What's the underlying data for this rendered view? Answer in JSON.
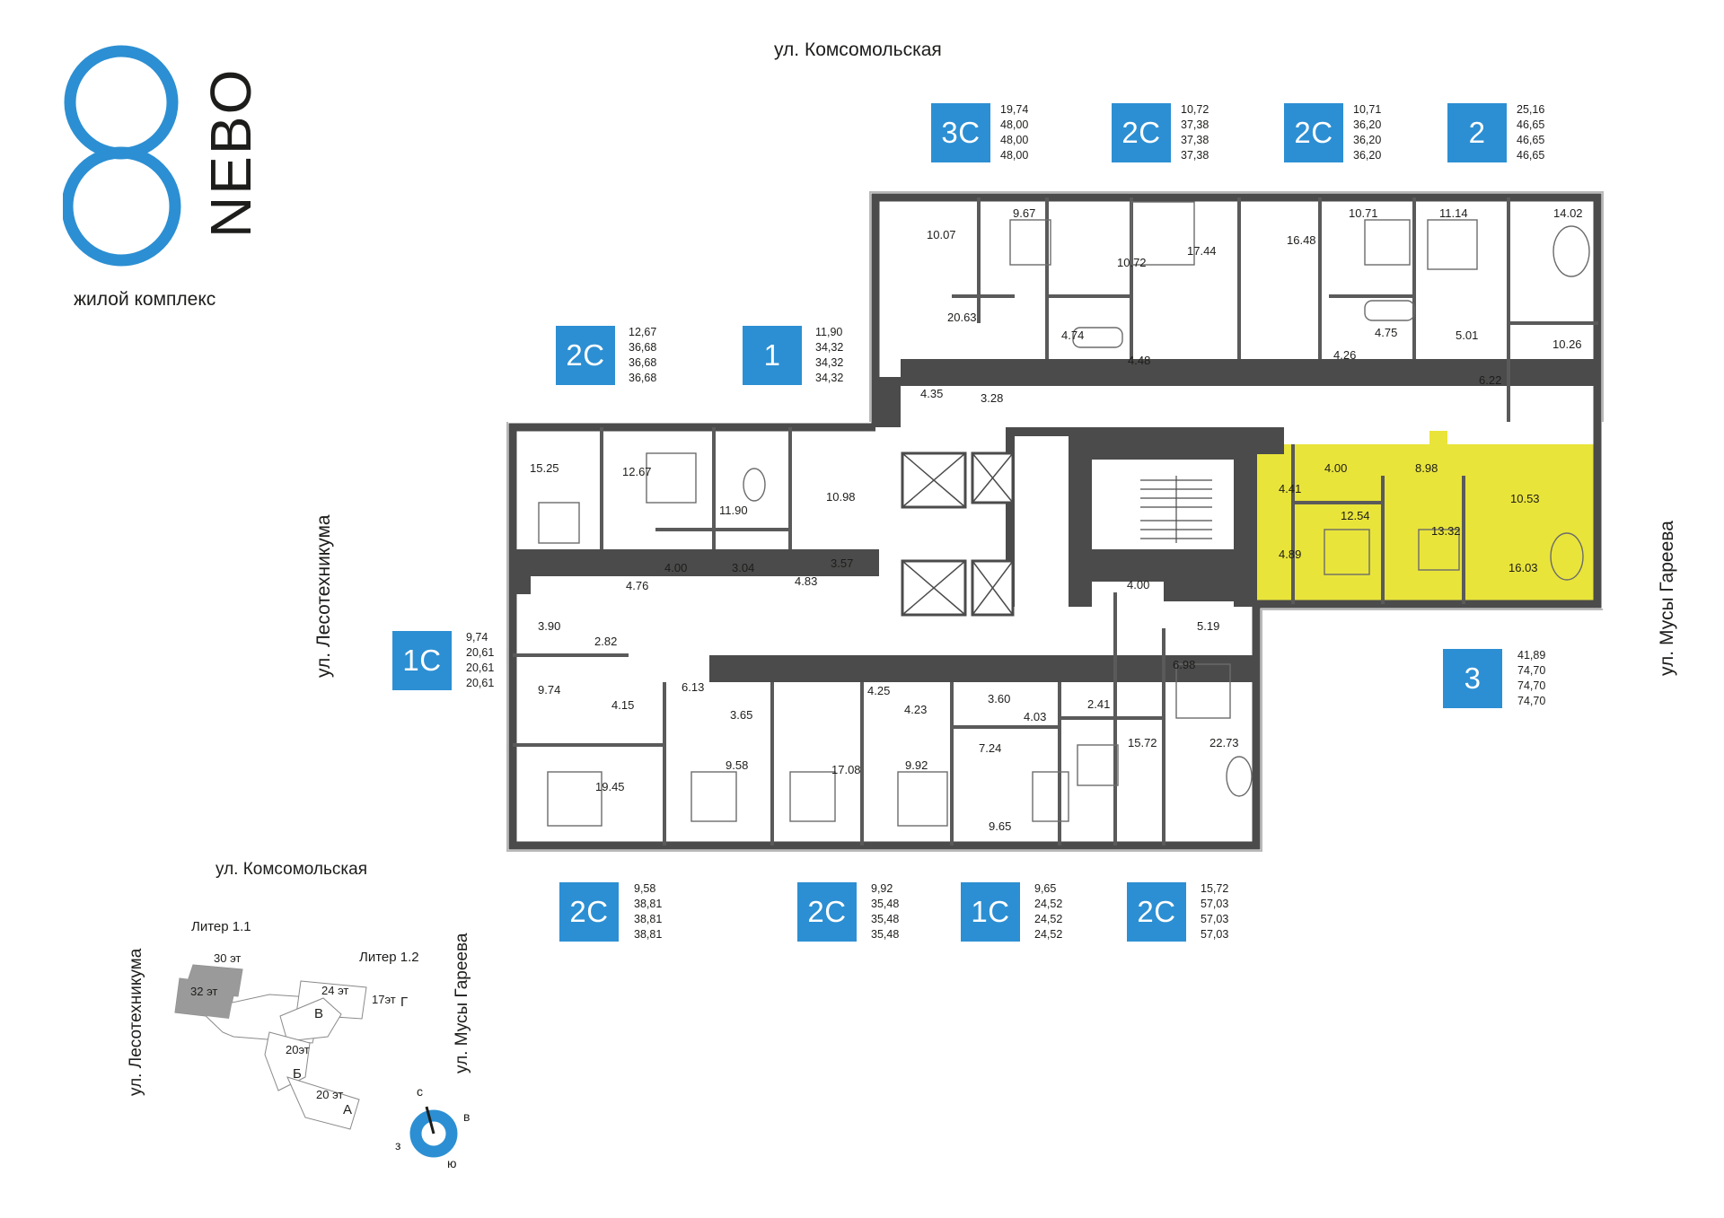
{
  "brand": {
    "name": "NEBO",
    "subtitle": "жилой комплекс",
    "color": "#2c8fd3"
  },
  "streets": {
    "top": "ул. Комсомольская",
    "left": "ул. Лесотехникума",
    "right": "ул. Мусы Гареева"
  },
  "apartments": {
    "top": [
      {
        "type": "3С",
        "areas": [
          "19,74",
          "48,00",
          "48,00",
          "48,00"
        ]
      },
      {
        "type": "2С",
        "areas": [
          "10,72",
          "37,38",
          "37,38",
          "37,38"
        ]
      },
      {
        "type": "2С",
        "areas": [
          "10,71",
          "36,20",
          "36,20",
          "36,20"
        ]
      },
      {
        "type": "2",
        "areas": [
          "25,16",
          "46,65",
          "46,65",
          "46,65"
        ]
      }
    ],
    "upper_left": [
      {
        "type": "2С",
        "areas": [
          "12,67",
          "36,68",
          "36,68",
          "36,68"
        ]
      },
      {
        "type": "1",
        "areas": [
          "11,90",
          "34,32",
          "34,32",
          "34,32"
        ]
      }
    ],
    "left": [
      {
        "type": "1С",
        "areas": [
          "9,74",
          "20,61",
          "20,61",
          "20,61"
        ]
      }
    ],
    "right": [
      {
        "type": "3",
        "areas": [
          "41,89",
          "74,70",
          "74,70",
          "74,70"
        ]
      }
    ],
    "bottom": [
      {
        "type": "2С",
        "areas": [
          "9,58",
          "38,81",
          "38,81",
          "38,81"
        ]
      },
      {
        "type": "2С",
        "areas": [
          "9,92",
          "35,48",
          "35,48",
          "35,48"
        ]
      },
      {
        "type": "1С",
        "areas": [
          "9,65",
          "24,52",
          "24,52",
          "24,52"
        ]
      },
      {
        "type": "2С",
        "areas": [
          "15,72",
          "57,03",
          "57,03",
          "57,03"
        ]
      }
    ]
  },
  "rooms": [
    "10.07",
    "9.67",
    "10.72",
    "17.44",
    "16.48",
    "10.71",
    "11.14",
    "14.02",
    "20.63",
    "4.74",
    "4.48",
    "4.26",
    "4.75",
    "5.01",
    "10.26",
    "6.22",
    "4.35",
    "3.28",
    "15.25",
    "12.67",
    "11.90",
    "10.98",
    "4.41",
    "4.00",
    "8.98",
    "10.53",
    "12.54",
    "13.32",
    "4.89",
    "16.03",
    "4.00",
    "3.04",
    "4.83",
    "3.57",
    "4.76",
    "4.00",
    "5.19",
    "3.90",
    "2.82",
    "9.74",
    "4.15",
    "6.13",
    "3.65",
    "4.25",
    "4.23",
    "3.60",
    "4.03",
    "2.41",
    "6.98",
    "19.45",
    "9.58",
    "17.08",
    "9.92",
    "7.24",
    "9.65",
    "15.72",
    "22.73"
  ],
  "highlight_color": "#e9e43a",
  "minimap": {
    "street_top": "ул. Комсомольская",
    "street_left": "ул. Лесотехникума",
    "street_right": "ул. Мусы Гареева",
    "liter_1": "Литер 1.1",
    "liter_2": "Литер 1.2",
    "sections": [
      {
        "floors": "30 эт"
      },
      {
        "floors": "32 эт"
      },
      {
        "floors": "24 эт",
        "letter": "В"
      },
      {
        "floors": "17эт",
        "letter": "Г"
      },
      {
        "floors": "20эт",
        "letter": "Б"
      },
      {
        "floors": "20 эт",
        "letter": "А"
      }
    ],
    "compass": {
      "n": "с",
      "e": "в",
      "s": "ю",
      "w": "з"
    }
  }
}
